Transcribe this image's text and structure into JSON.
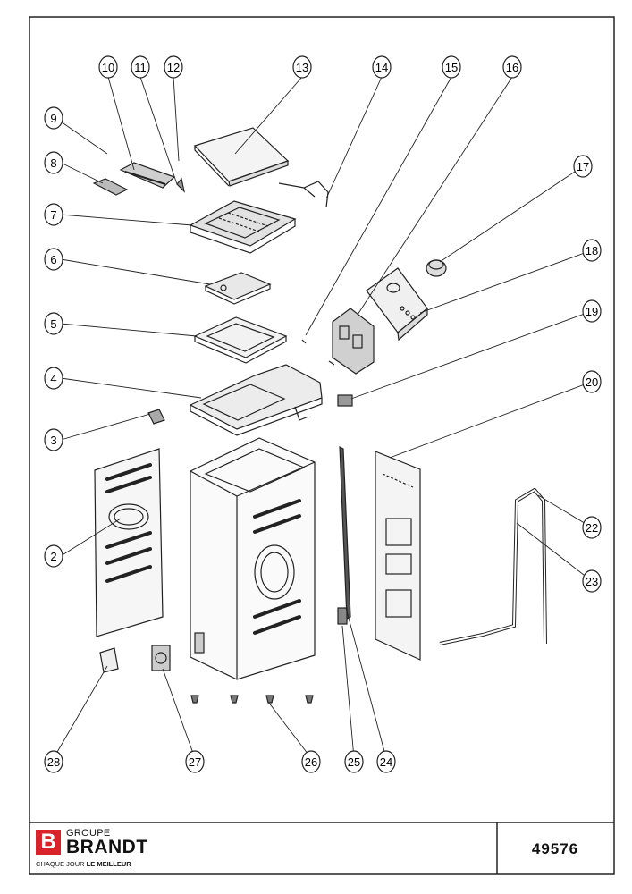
{
  "diagram": {
    "callouts": [
      "2",
      "3",
      "4",
      "5",
      "6",
      "7",
      "8",
      "9",
      "10",
      "11",
      "12",
      "13",
      "14",
      "15",
      "16",
      "17",
      "18",
      "19",
      "20",
      "22",
      "23",
      "24",
      "25",
      "26",
      "27",
      "28"
    ]
  },
  "footer": {
    "brand_group": "GROUPE",
    "brand_name": "BRANDT",
    "tagline_prefix": "CHAQUE JOUR ",
    "tagline_bold": "LE MEILLEUR",
    "doc_number": "49576"
  },
  "colors": {
    "line": "#222222",
    "brand_red": "#d8232a"
  },
  "icons": {
    "logo": "brandt-b-logo-icon"
  }
}
